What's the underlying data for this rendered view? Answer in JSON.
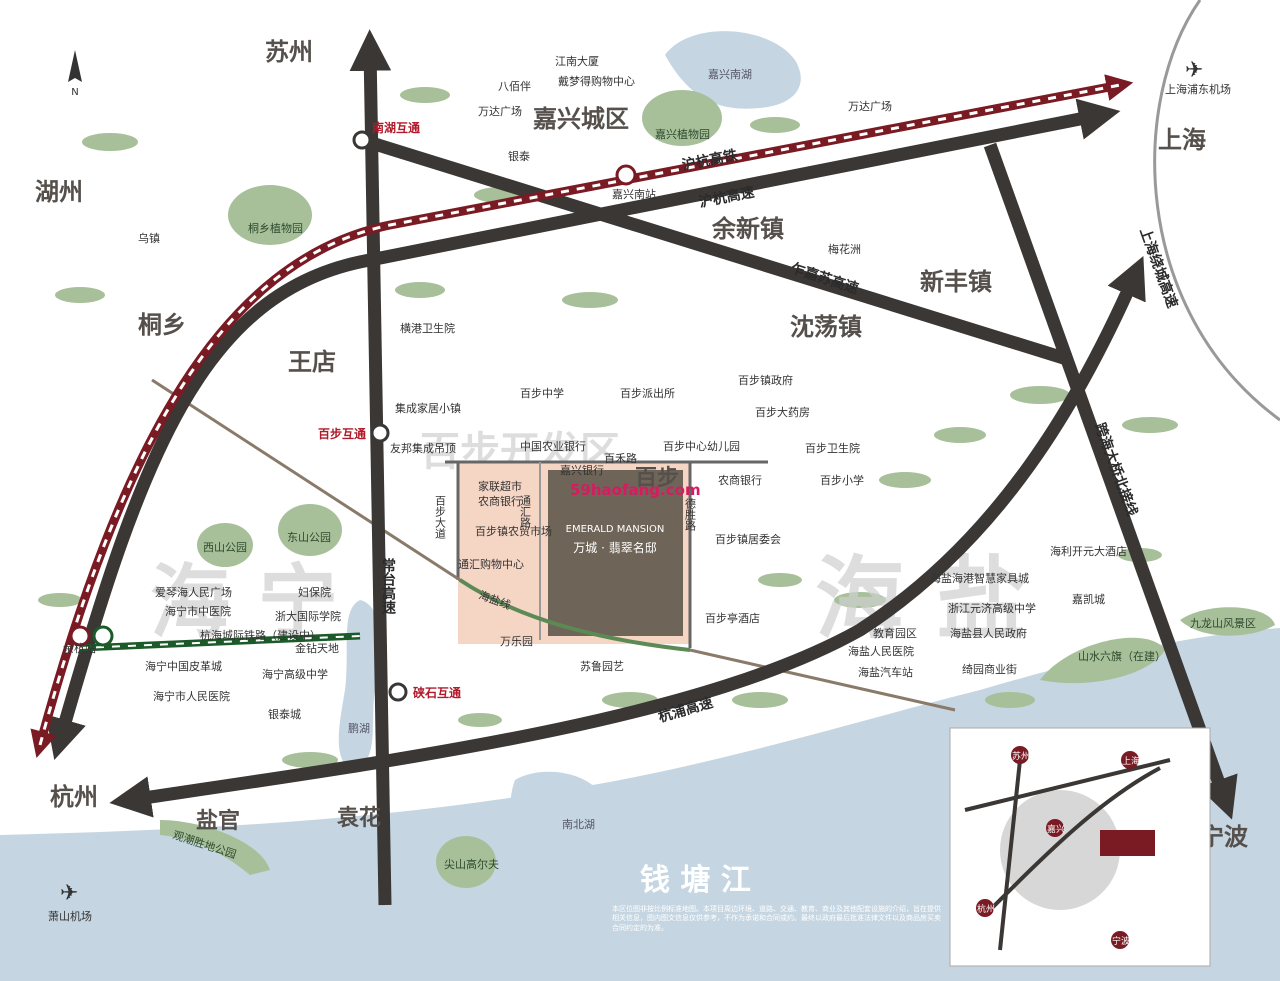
{
  "cities": {
    "suzhou": "苏州",
    "huzhou": "湖州",
    "shanghai": "上海",
    "hangzhou": "杭州",
    "ningbo": "宁波",
    "jiaxing": "嘉兴城区",
    "yuxin": "余新镇",
    "xinfeng": "新丰镇",
    "shendang": "沈荡镇",
    "tongxiang": "桐乡",
    "wangdian": "王店",
    "yanguan": "盐官",
    "yuanhua": "袁花",
    "baibu": "百步"
  },
  "highways": {
    "huhang_rail": "沪杭高铁",
    "huhang_exp": "沪杭高速",
    "zhajiasu": "乍嘉苏高速",
    "changtai": "常台高速",
    "hangpu": "杭浦高速",
    "kuahai": "跨海大桥北接线",
    "shanghai_ring": "上海绕城高速",
    "intercity": "杭海城际铁路（建设中）",
    "yanyan": "海盐线"
  },
  "interchanges": {
    "nanhu": "南湖互通",
    "baibu": "百步互通",
    "xiashi": "硖石互通"
  },
  "stations": {
    "jiaxing_south": "嘉兴南站",
    "yuhang": "余杭站"
  },
  "airports": {
    "pudong": "上海浦东机场",
    "xiaoshan": "萧山机场"
  },
  "water": {
    "jiaxing_nanhu": "嘉兴南湖",
    "penghu": "鹏湖",
    "nanbeihu": "南北湖",
    "qiantang": "钱   塘   江"
  },
  "parks": {
    "jiaxing_botanic": "嘉兴植物园",
    "tongxiang_botanic": "桐乡植物园",
    "xishan": "西山公园",
    "dongshan": "东山公园",
    "guanchao": "观潮胜地公园",
    "jianshan": "尖山高尔夫",
    "jiulongshan": "九龙山风景区",
    "shanshui": "山水六旗（在建）"
  },
  "landmarks": {
    "wuzhen": "乌镇",
    "meihuazhou": "梅花洲",
    "hongze": "百步开发区"
  },
  "pois_north": [
    "江南大厦",
    "八佰伴",
    "戴梦得购物中心",
    "万达广场",
    "银泰",
    "万达广场"
  ],
  "pois_center": [
    "横港卫生院",
    "百步中学",
    "百步派出所",
    "百步镇政府",
    "百步大药房",
    "集成家居小镇",
    "中国农业银行",
    "百步中心幼儿园",
    "百步卫生院",
    "友邦集成吊顶",
    "嘉兴银行",
    "百禾路",
    "农商银行",
    "百步小学",
    "家联超市",
    "农商银行",
    "通汇路",
    "百步大道",
    "百步镇农贸市场",
    "通汇购物中心",
    "德胜路",
    "百步镇居委会",
    "百步亭酒店",
    "万乐园",
    "苏鲁园艺"
  ],
  "pois_haining": [
    "爱琴海人民广场",
    "海宁市中医院",
    "妇保院",
    "浙大国际学院",
    "金钻天地",
    "海宁中国皮革城",
    "海宁高级中学",
    "海宁市人民医院",
    "银泰城"
  ],
  "pois_haiyan": [
    "海利开元大酒店",
    "海盐海港智慧家具城",
    "浙江元济高级中学",
    "嘉凯城",
    "教育园区",
    "海盐县人民政府",
    "海盐人民医院",
    "海盐汽车站",
    "绮园商业街"
  ],
  "project": {
    "en": "EMERALD MANSION",
    "cn": "万城 · 翡翠名邸"
  },
  "watermark": "59haofang.com",
  "ghost": {
    "haining": "海 宁",
    "haiyan": "海 盐"
  },
  "north_label": "N",
  "disclaimer": "本区位图非按比例标准地图。本项目周边环境、道路、交通、教育、商业及其他配套设施的介绍，旨在提供相关信息，图内图文信息仅供参考，不作为承诺和合同或约。最终以政府最后批准法律文件以及商品房买卖合同约定的为准。",
  "inset": {
    "suzhou": "苏州",
    "shanghai": "上海",
    "jiaxing": "嘉兴",
    "hangzhou": "杭州",
    "ningbo": "宁波"
  },
  "colors": {
    "road": "#3a3735",
    "rail": "#7a1b24",
    "water": "#c5d6e2",
    "park": "#a7c09a",
    "project": "#6e6558",
    "zone": "#f5d5c4"
  }
}
